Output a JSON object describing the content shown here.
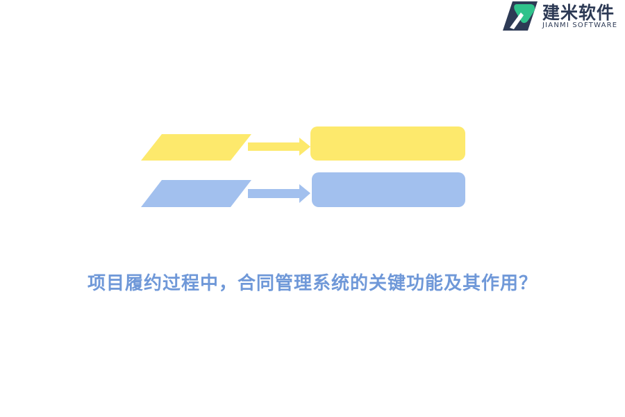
{
  "brand": {
    "name_cn": "建米软件",
    "name_en": "JIANMI SOFTWARE",
    "icon": "jianmi-logo-icon",
    "colors": {
      "dark": "#2d3a55",
      "green": "#2fc28b"
    }
  },
  "diagram": {
    "rows": [
      {
        "color": "#fde96c"
      },
      {
        "color": "#a2c0ee"
      }
    ]
  },
  "headline": {
    "text": "项目履约过程中，合同管理系统的关键功能及其作用？",
    "color": "#6f98d8"
  }
}
